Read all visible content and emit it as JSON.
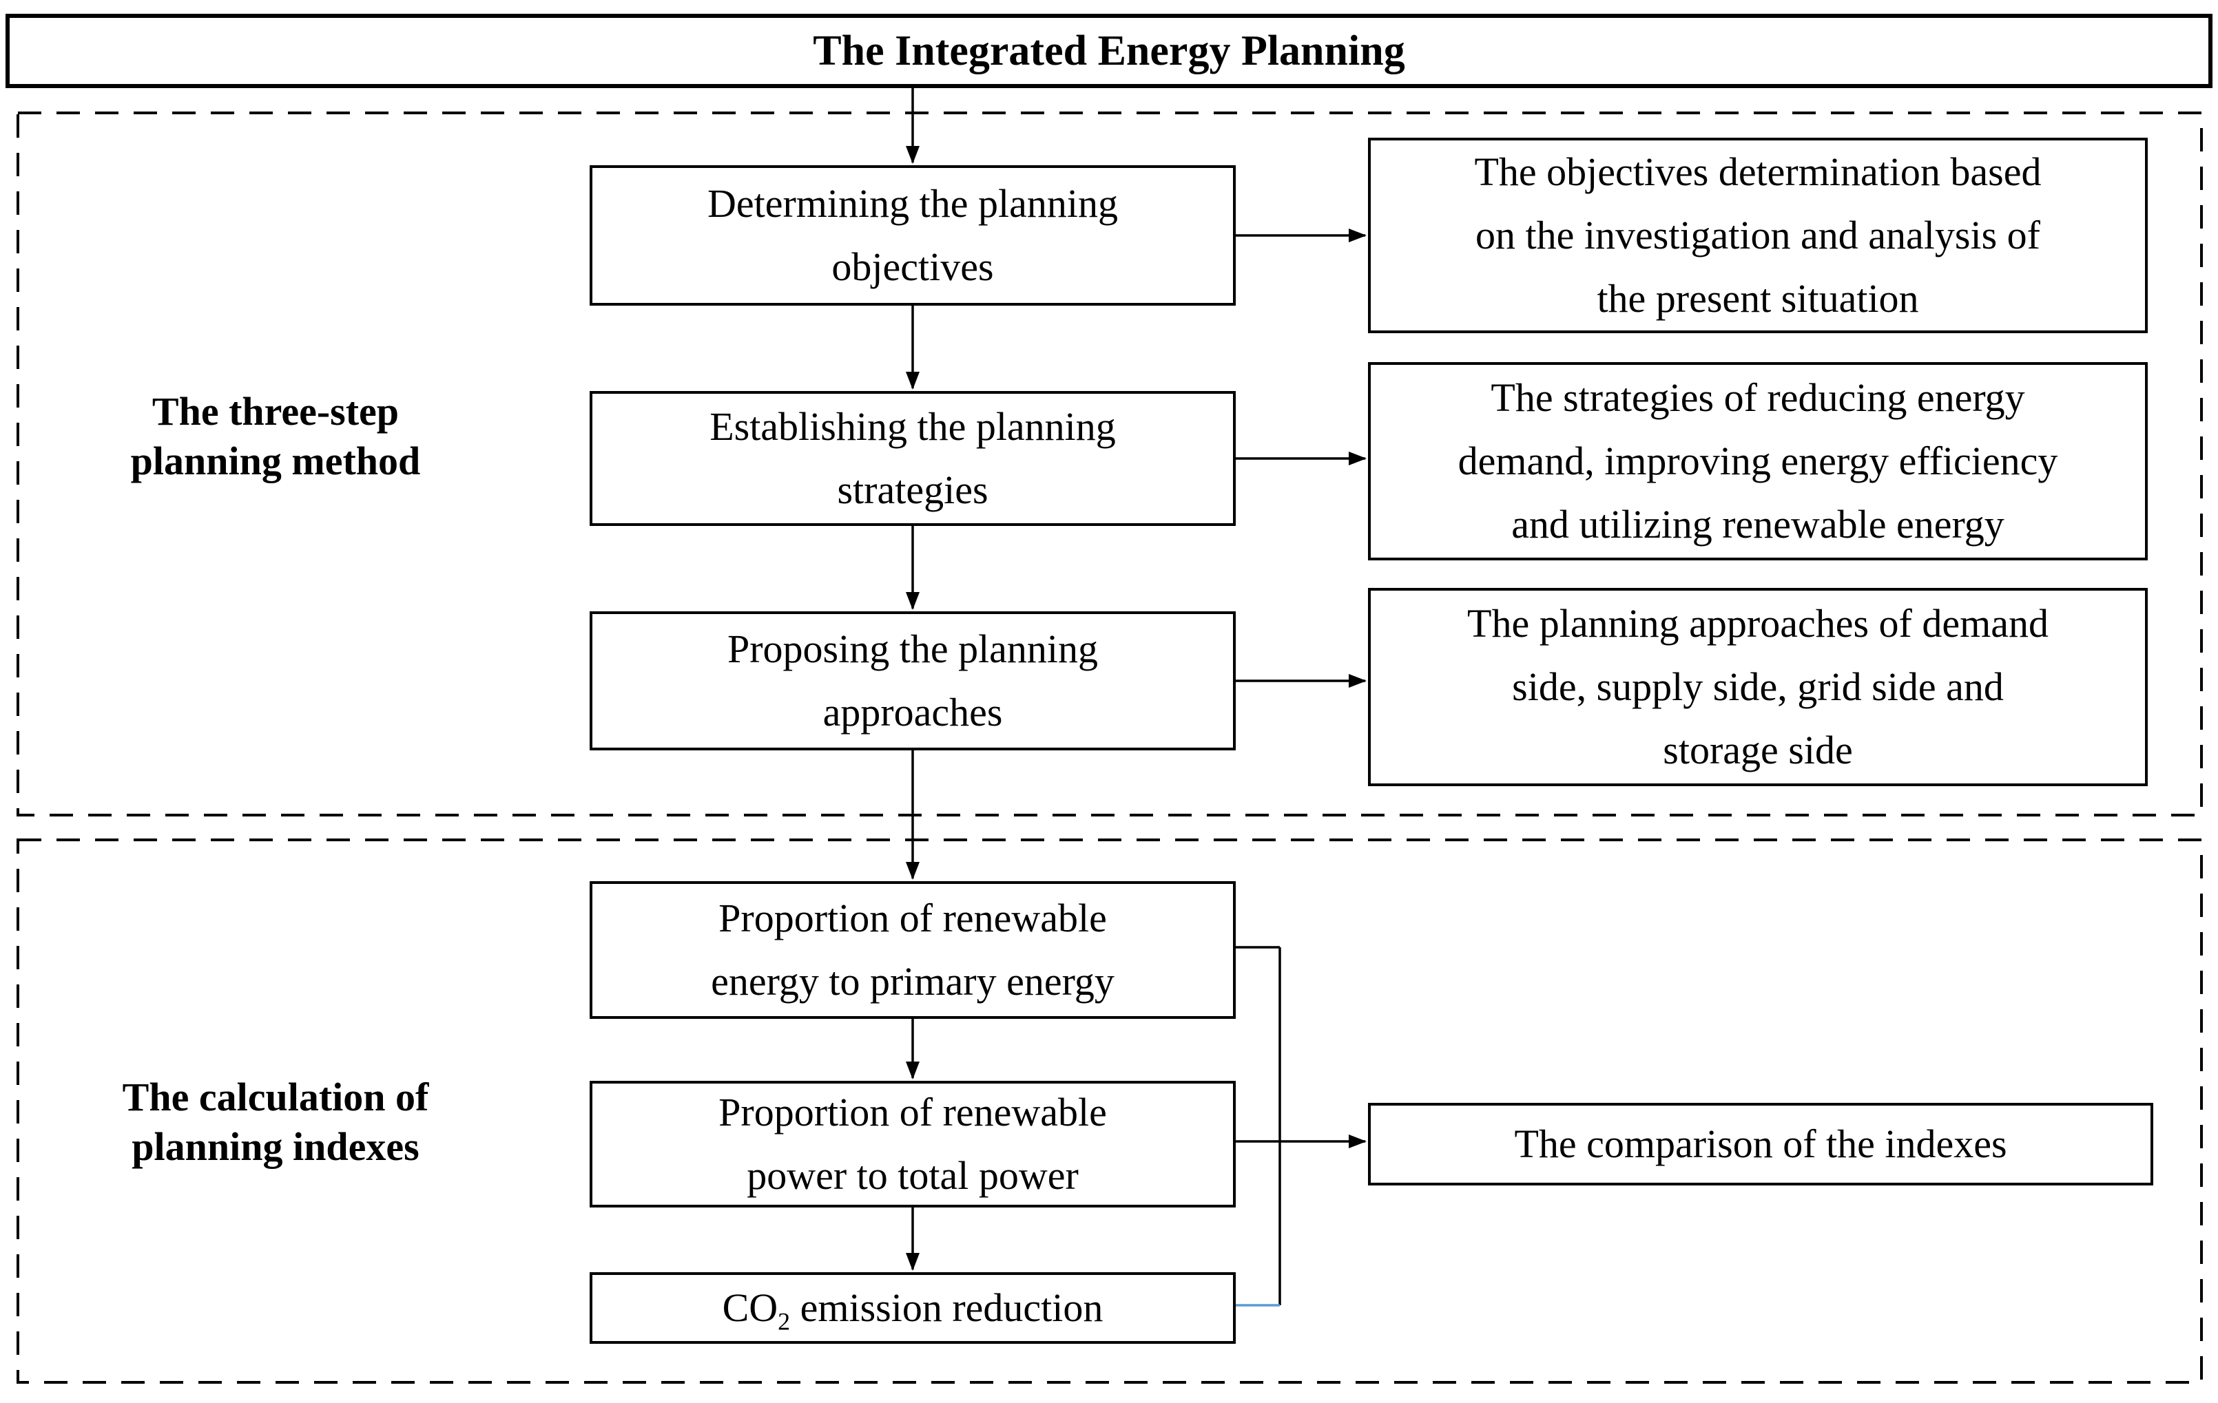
{
  "title": "The Integrated Energy Planning",
  "section1": {
    "label": {
      "line1": "The three-step",
      "line2": "planning method"
    },
    "steps": {
      "a": {
        "line1": "Determining the planning",
        "line2": "objectives"
      },
      "b": {
        "line1": "Establishing the planning",
        "line2": "strategies"
      },
      "c": {
        "line1": "Proposing the planning",
        "line2": "approaches"
      }
    },
    "details": {
      "r1": {
        "line1": "The objectives determination based",
        "line2": "on the investigation and analysis of",
        "line3": "the present situation"
      },
      "r2": {
        "line1": "The strategies of reducing energy",
        "line2": "demand, improving energy efficiency",
        "line3": "and utilizing renewable energy"
      },
      "r3": {
        "line1": "The planning approaches of demand",
        "line2": "side, supply side, grid side and",
        "line3": "storage side"
      }
    }
  },
  "section2": {
    "label": {
      "line1": "The calculation of",
      "line2": "planning indexes"
    },
    "indexes": {
      "d": {
        "line1": "Proportion of renewable",
        "line2": "energy to primary energy"
      },
      "e": {
        "line1": "Proportion of renewable",
        "line2": "power to total power"
      },
      "f": {
        "prefix": "CO",
        "sub": "2",
        "suffix": " emission reduction"
      }
    },
    "result": {
      "r4": "The comparison of the indexes"
    }
  },
  "colors": {
    "line": "#000000",
    "co2_connector": "#5b9bd5",
    "background": "#ffffff"
  }
}
